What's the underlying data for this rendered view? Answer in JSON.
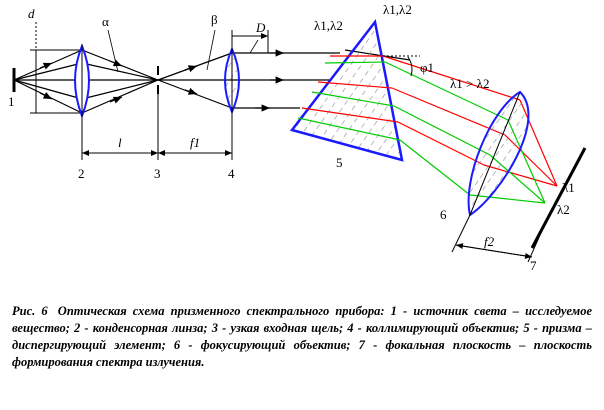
{
  "colors": {
    "ray_black": "#000000",
    "ray_red": "#ff0000",
    "ray_green": "#00cc00",
    "outline_blue": "#1a1aff",
    "hatch": "#777777"
  },
  "labels": {
    "d": "d",
    "alpha": "α",
    "beta": "β",
    "D": "D",
    "lambda_pair_left": "λ1,λ2",
    "lambda_pair_right": "λ1,λ2",
    "phi": "φ1",
    "lambda_order": "λ1 > λ2",
    "lambda1": "λ1",
    "lambda2": "λ2",
    "l": "l",
    "f1": "f1",
    "f2": "f2",
    "n1": "1",
    "n2": "2",
    "n3": "3",
    "n4": "4",
    "n5": "5",
    "n6": "6",
    "n7": "7"
  },
  "caption": {
    "fig": "Рис. 6",
    "text": "Оптическая схема призменного спектрального прибора: 1 - источник света – исследуемое вещество; 2 - конденсорная линза; 3 - узкая входная щель; 4 - коллимирующий объектив; 5 - призма – диспергирующий элемент; 6 - фокусирующий объектив; 7 - фокальная плоскость – плоскость формирования спектра излучения."
  }
}
